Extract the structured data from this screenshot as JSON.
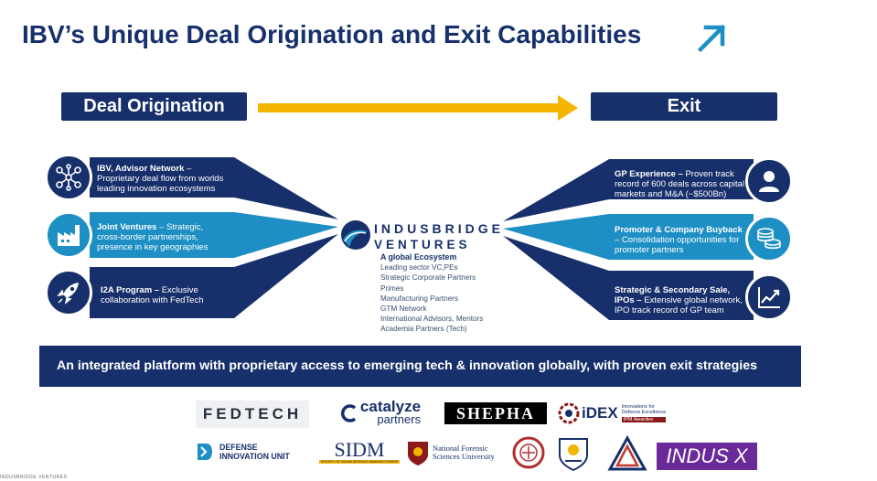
{
  "title": "IBV’s Unique Deal Origination and Exit Capabilities",
  "headers": {
    "deal": "Deal Origination",
    "exit": "Exit"
  },
  "left_panels": [
    {
      "bold": "IBV, Advisor Network",
      "text": " – Proprietary deal flow from worlds leading innovation ecosystems",
      "icon": "network-icon"
    },
    {
      "bold": "Joint Ventures",
      "text": " – Strategic, cross-border partnerships, presence in key geographies",
      "icon": "factory-icon"
    },
    {
      "bold": "I2A Program –",
      "text": " Exclusive collaboration with FedTech",
      "icon": "rocket-icon"
    }
  ],
  "right_panels": [
    {
      "bold": "GP Experience –",
      "text": " Proven track record of 600 deals across capital markets and M&A (~$500Bn)",
      "icon": "person-icon"
    },
    {
      "bold": "Promoter & Company Buyback",
      "text": " – Consolidation opportunities for promoter partners",
      "icon": "coins-icon"
    },
    {
      "bold": "Strategic & Secondary Sale, IPOs –",
      "text": " Extensive global network, IPO track record of GP team",
      "icon": "growth-chart-icon"
    }
  ],
  "center": {
    "logo_line1": "INDUSBRIDGE",
    "logo_line2": "VENTURES",
    "ecosystem_title": "A global Ecosystem",
    "ecosystem_items": [
      "Leading sector VC,PEs",
      "Strategic Corporate Partners",
      "Primes",
      "Manufacturing Partners",
      "GTM Network",
      "International Advisors, Mentors",
      "Academia Partners (Tech)"
    ]
  },
  "banner": "An integrated platform with proprietary access to emerging tech & innovation globally, with proven exit strategies",
  "partners_row1": {
    "fedtech": "FEDTECH",
    "catalyze": "catalyze",
    "catalyze_sub": "partners",
    "shepha": "SHEPHA",
    "idex": "iDEX",
    "idex_sub1": "Innovations for",
    "idex_sub2": "Defence Excellence",
    "idex_sub3": "IPM Awardee"
  },
  "partners_row2": {
    "diu1": "DEFENSE",
    "diu2": "INNOVATION UNIT",
    "sidm": "SIDM",
    "sidm_sub": "SOCIETY OF INDIAN DEFENCE MANUFACTURERS",
    "nfsu1": "National Forensic",
    "nfsu2": "Sciences University",
    "indusx": "INDUS X"
  },
  "footer": "INDUSBRIDGE VENTURES",
  "colors": {
    "navy": "#17306b",
    "teal": "#1e8fc4",
    "yellow": "#f5b400"
  }
}
